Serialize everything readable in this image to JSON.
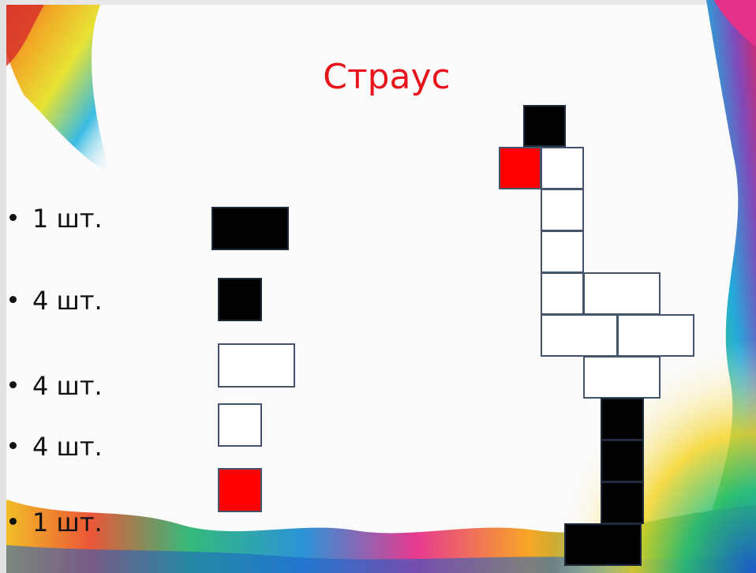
{
  "title": "Страус",
  "bullets": [
    {
      "text": "1 шт."
    },
    {
      "text": "4 шт."
    },
    {
      "text": "4 шт."
    },
    {
      "text": "4 шт."
    },
    {
      "text": "1 шт."
    }
  ],
  "colors": {
    "title": "#e8141b",
    "black_block": "#000000",
    "red_block": "#ff0000",
    "white_block": "#ffffff",
    "block_border": "#44546a"
  }
}
